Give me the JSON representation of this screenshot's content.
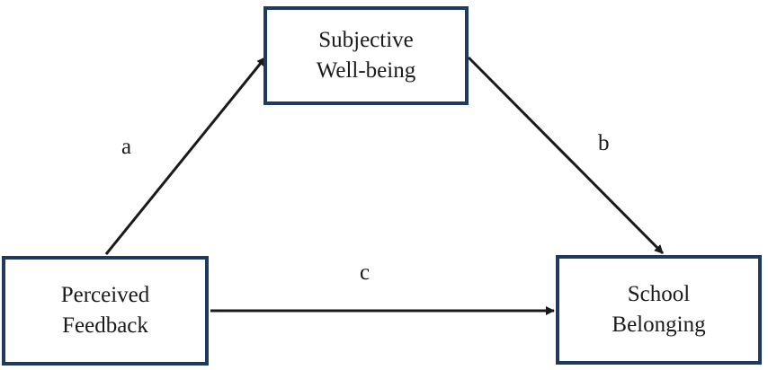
{
  "diagram": {
    "nodes": {
      "mediator": {
        "line1": "Subjective",
        "line2": "Well-being"
      },
      "predictor": {
        "line1": "Perceived",
        "line2": "Feedback"
      },
      "outcome": {
        "line1": "School",
        "line2": "Belonging"
      }
    },
    "paths": {
      "a": "a",
      "b": "b",
      "c": "c"
    },
    "colors": {
      "box_border": "#1f3a5f",
      "arrow": "#1a1a1a"
    }
  }
}
